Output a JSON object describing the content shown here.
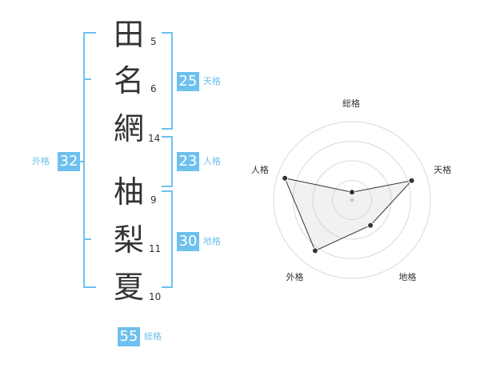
{
  "name_chars": [
    {
      "char": "田",
      "strokes": "5"
    },
    {
      "char": "名",
      "strokes": "6"
    },
    {
      "char": "網",
      "strokes": "14"
    },
    {
      "char": "柚",
      "strokes": "9"
    },
    {
      "char": "梨",
      "strokes": "11"
    },
    {
      "char": "夏",
      "strokes": "10"
    }
  ],
  "kakaku": {
    "tenkaku": {
      "value": "25",
      "label": "天格"
    },
    "jinkaku": {
      "value": "23",
      "label": "人格"
    },
    "chikaku": {
      "value": "30",
      "label": "地格"
    },
    "gaikaku": {
      "value": "32",
      "label": "外格"
    },
    "soukaku": {
      "value": "55",
      "label": "総格"
    }
  },
  "colors": {
    "accent": "#6ec0ee",
    "text": "#333333"
  },
  "chart_data": {
    "type": "radar",
    "axes": [
      "総格",
      "天格",
      "地格",
      "外格",
      "人格"
    ],
    "values": [
      0.1,
      0.8,
      0.4,
      0.8,
      0.9
    ],
    "range": [
      0,
      1
    ],
    "rings": 4
  }
}
